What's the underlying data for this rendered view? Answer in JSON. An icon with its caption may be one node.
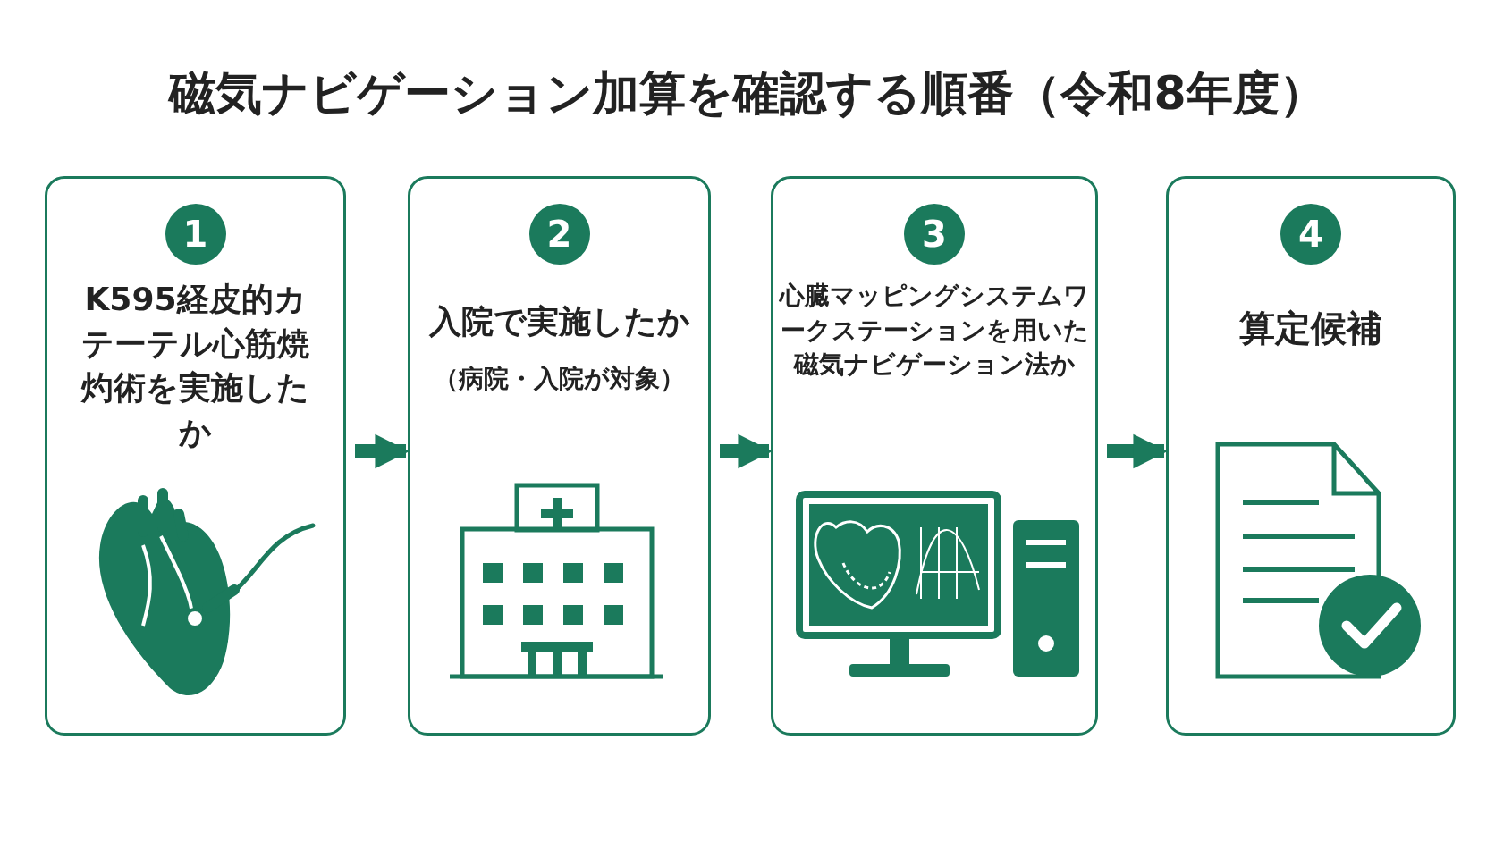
{
  "diagram": {
    "title": "磁気ナビゲーション加算を確認する順番（令和8年度）",
    "nodes": [
      {
        "text": [
          "K595経皮的カテーテル心筋焼灼術を実施したか"
        ]
      },
      {
        "text": [
          "1"
        ],
        "in": 0
      },
      {
        "text": [
          "入院で実施したか",
          "（病院・入院が対象）"
        ]
      },
      {
        "text": [
          "2"
        ],
        "in": 2
      },
      {
        "text": [
          "心臓マッピングシステムワークステーションを用いた磁気ナビゲーション法か"
        ]
      },
      {
        "text": [
          "3"
        ],
        "in": 4
      },
      {
        "text": [
          "算定候補"
        ]
      },
      {
        "text": [
          "4"
        ],
        "in": 6
      }
    ],
    "edges": [
      {
        "from": 0,
        "to": 2,
        "arrow": "to"
      },
      {
        "from": 2,
        "to": 4,
        "arrow": "to"
      },
      {
        "from": 4,
        "to": 6,
        "arrow": "to"
      }
    ]
  }
}
